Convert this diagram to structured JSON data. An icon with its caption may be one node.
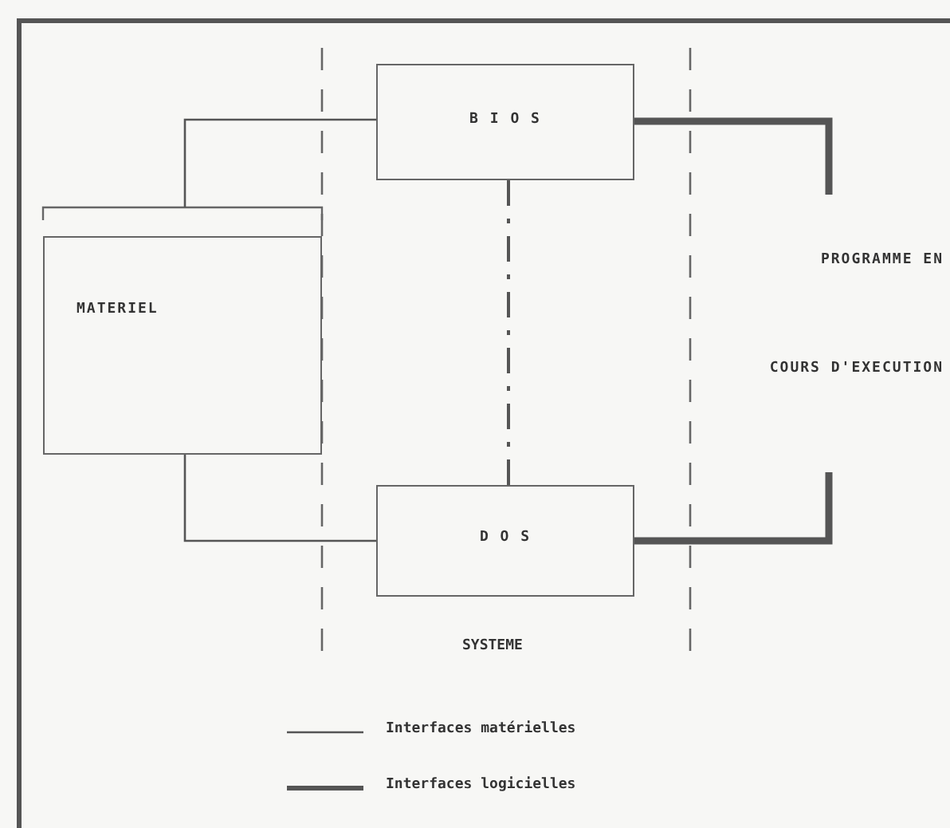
{
  "diagram": {
    "nodes": [
      {
        "text": [
          "B I O S"
        ]
      },
      {
        "text": [
          "MATERIEL"
        ]
      },
      {
        "text": [
          "PROGRAMME EN",
          "COURS D'EXECUTION"
        ]
      },
      {
        "text": [
          "D O S"
        ]
      }
    ],
    "edges": [
      {
        "from": 1,
        "to": 0,
        "arrow": "none"
      },
      {
        "from": 1,
        "to": 3,
        "arrow": "none"
      },
      {
        "from": 0,
        "to": 2,
        "arrow": "none",
        "style": "thick"
      },
      {
        "from": 3,
        "to": 2,
        "arrow": "none",
        "style": "thick"
      },
      {
        "from": 0,
        "to": 3,
        "arrow": "none",
        "style": "dashed"
      }
    ],
    "labels": [
      "SYSTEME"
    ],
    "legend": [
      {
        "text": "Interfaces matérielles"
      },
      {
        "text": "Interfaces logicielles"
      }
    ]
  }
}
